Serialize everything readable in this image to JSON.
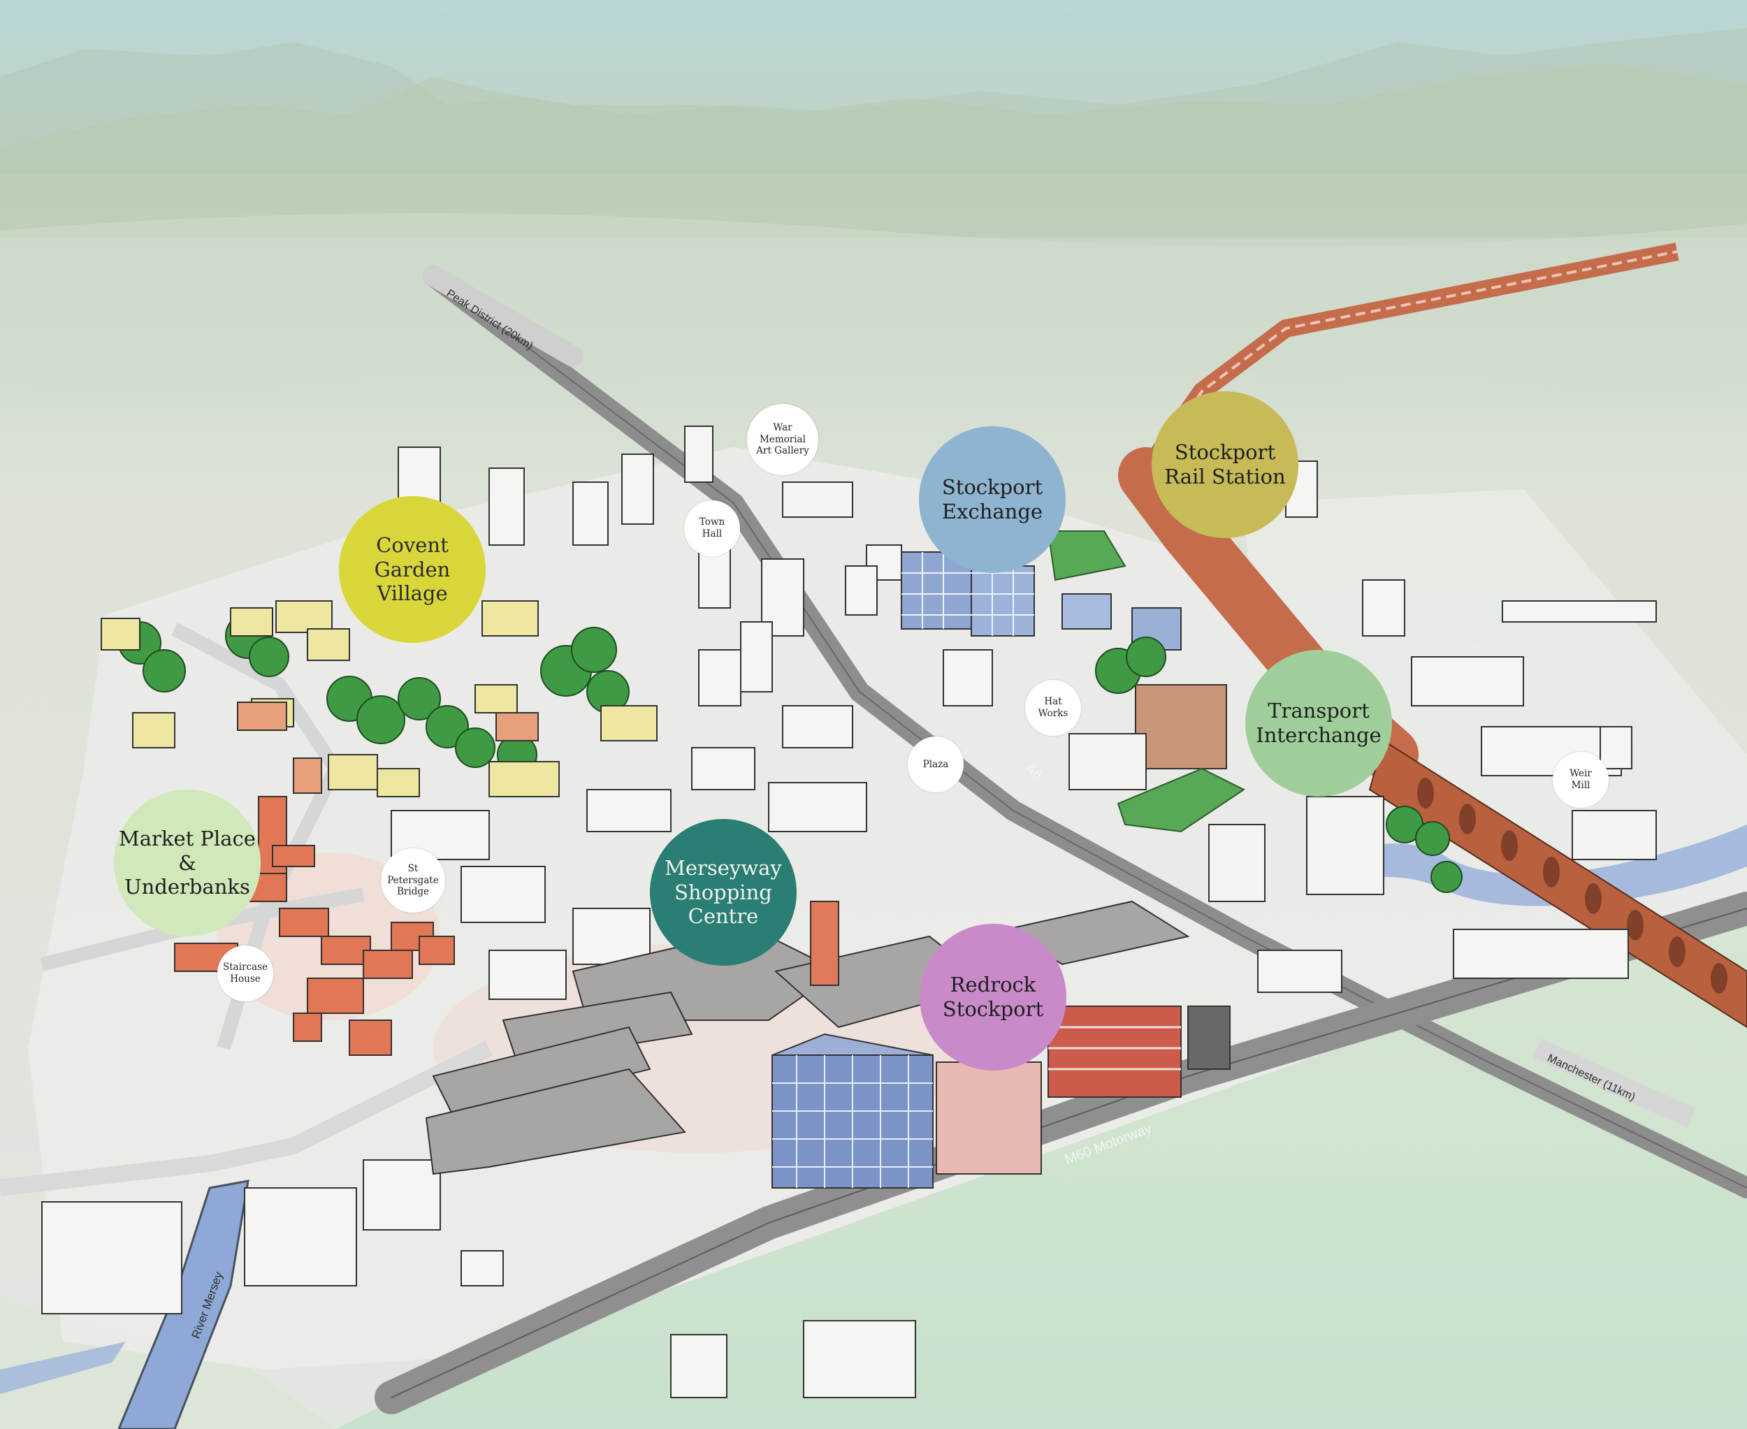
{
  "colors": {
    "covent_garden": "#d9d63a",
    "stockport_exchange": "#8fb4d0",
    "rail_station": "#c6bb56",
    "transport_interchange": "#9fce9a",
    "market_place": "#d0e8ba",
    "merseyway": "#2a7e73",
    "redrock": "#c98ac9",
    "viaduct": "#b9603e",
    "river": "#7f9fd2",
    "trees": "#3f9a44",
    "road": "#8e8e8e"
  },
  "landmarks": [
    {
      "name": "Covent\nGarden\nVillage",
      "color": "#d9d63a",
      "text_color": "#2b2b2b"
    },
    {
      "name": "Stockport\nExchange",
      "color": "#8fb4d0",
      "text_color": "#1f1f1f"
    },
    {
      "name": "Stockport\nRail Station",
      "color": "#c6bb56",
      "text_color": "#1f1f1f"
    },
    {
      "name": "Transport\nInterchange",
      "color": "#9fce9a",
      "text_color": "#1f1f1f"
    },
    {
      "name": "Market Place\n& Underbanks",
      "color": "#d0e8ba",
      "text_color": "#1f1f1f"
    },
    {
      "name": "Merseyway\nShopping\nCentre",
      "color": "#2a7e73",
      "text_color": "#f2f2f2"
    },
    {
      "name": "Redrock\nStockport",
      "color": "#c98ac9",
      "text_color": "#1f1f1f"
    }
  ],
  "points": [
    {
      "name": "War\nMemorial\nArt Gallery"
    },
    {
      "name": "Town\nHall"
    },
    {
      "name": "Hat\nWorks"
    },
    {
      "name": "Plaza"
    },
    {
      "name": "Weir\nMill"
    },
    {
      "name": "St\nPetersgate\nBridge"
    },
    {
      "name": "Staircase\nHouse"
    }
  ],
  "road_labels": {
    "peak_district": "Peak District (20km)",
    "a6": "A6",
    "m60": "M60 Motorway",
    "manchester": "Manchester (11km)",
    "river_mersey": "River Mersey"
  }
}
